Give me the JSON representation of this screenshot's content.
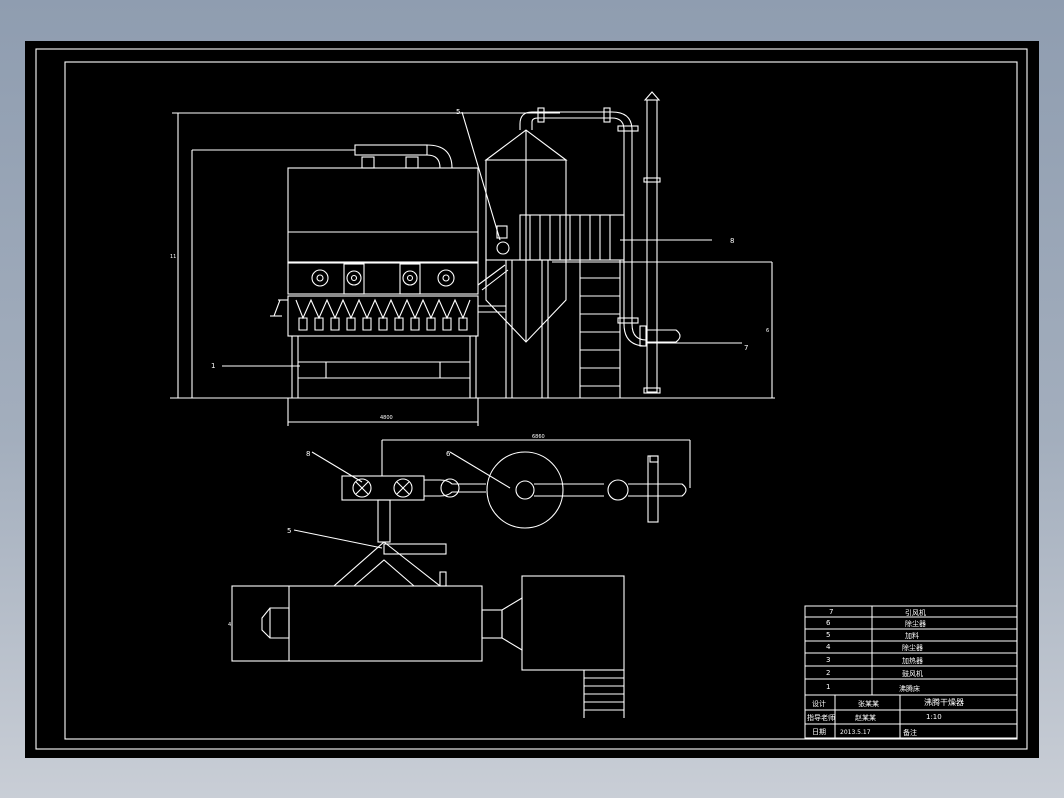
{
  "drawing": {
    "background_color": "#000000",
    "line_color": "#ffffff",
    "elevation_dimensions": {
      "width": "4800",
      "left_height": "11",
      "right_height": "6"
    },
    "plan_dimensions": {
      "top": "6860",
      "left": "4"
    },
    "callouts": {
      "elevation": [
        {
          "label": "1"
        },
        {
          "label": "5"
        },
        {
          "label": "8"
        },
        {
          "label": "7"
        }
      ],
      "plan": [
        {
          "label": "8"
        },
        {
          "label": "6"
        },
        {
          "label": "5"
        }
      ]
    }
  },
  "title_block": {
    "part_numbers": [
      "7",
      "6",
      "5",
      "4",
      "3",
      "2",
      "1"
    ],
    "part_names": [
      "引风机",
      "除尘器",
      "加料",
      "除尘器",
      "加热器",
      "鼓风机",
      "沸腾床"
    ],
    "drawing_title": "沸腾干燥器",
    "scale": "1:10",
    "rows": [
      {
        "label": "设计",
        "value": "张某某"
      },
      {
        "label": "指导老师",
        "value": "赵某某"
      },
      {
        "label": "日期",
        "value": "2013.5.17"
      }
    ],
    "remark_label": "备注"
  }
}
